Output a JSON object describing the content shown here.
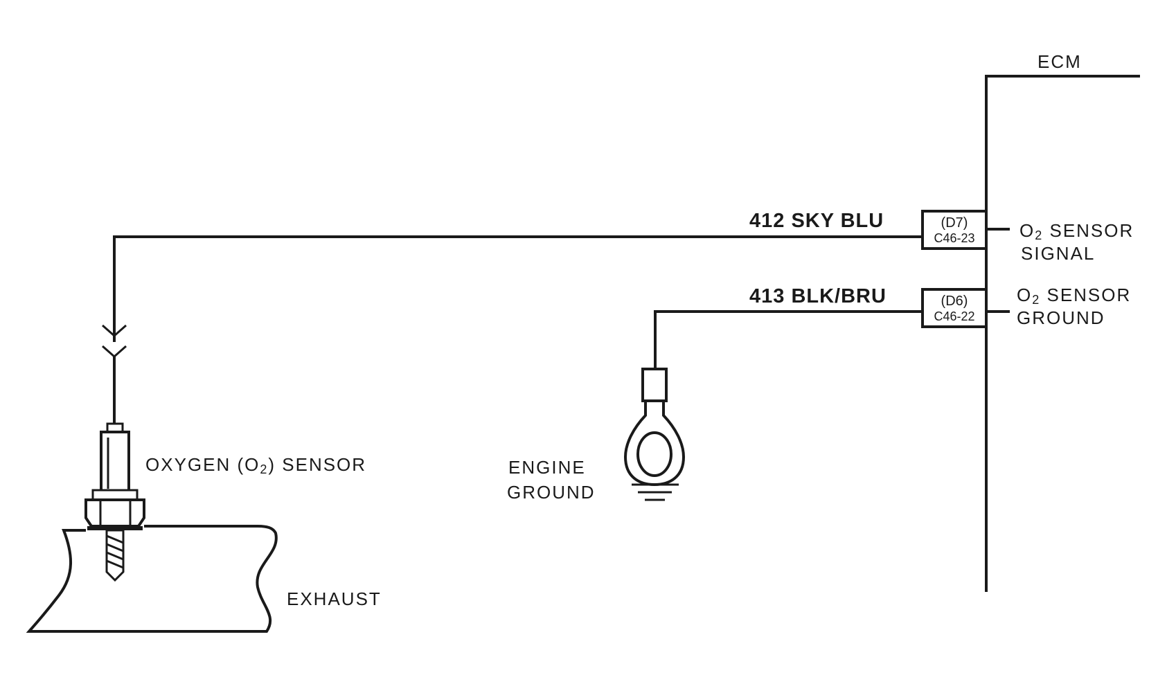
{
  "ecm": {
    "label": "ECM"
  },
  "wires": [
    {
      "label": "412 SKY BLU",
      "pin_top": "(D7)",
      "pin_bottom": "C46-23",
      "function_line1": "O",
      "function_sub": "2",
      "function_line1_rest": " SENSOR",
      "function_line2": "SIGNAL"
    },
    {
      "label": "413 BLK/BRU",
      "pin_top": "(D6)",
      "pin_bottom": "C46-22",
      "function_line1": "O",
      "function_sub": "2",
      "function_line1_rest": " SENSOR",
      "function_line2": "GROUND"
    }
  ],
  "sensor": {
    "label_pre": "OXYGEN (O",
    "label_sub": "2",
    "label_post": ") SENSOR"
  },
  "exhaust": {
    "label": "EXHAUST"
  },
  "ground": {
    "line1": "ENGINE",
    "line2": "GROUND"
  }
}
